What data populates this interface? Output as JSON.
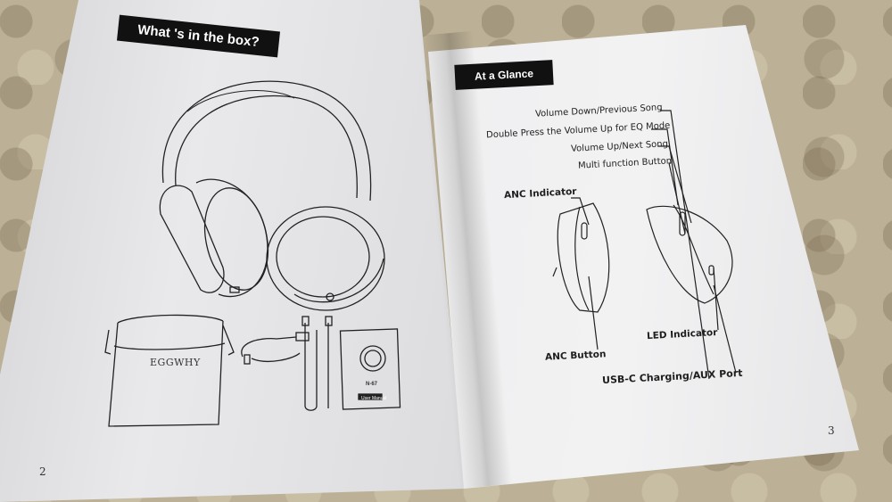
{
  "left_page": {
    "heading": "What 's in the box?",
    "bag_brand": "EGGWHY",
    "manual_title": "N-67",
    "manual_caption": "User Manual",
    "page_number": "2"
  },
  "right_page": {
    "heading": "At a Glance",
    "labels": {
      "volume_down": "Volume Down/Previous Song",
      "eq_mode": "Double Press the Volume Up for EQ Mode",
      "volume_up": "Volume Up/Next Song",
      "multi_function": "Multi function Button",
      "anc_indicator": "ANC Indicator",
      "led_indicator": "LED Indicator",
      "anc_button": "ANC Button",
      "usb_port": "USB-C Charging/AUX Port"
    },
    "page_number": "3"
  },
  "colors": {
    "ink": "#1e1e1e",
    "tag_bg": "#111111",
    "paper": "#ececee",
    "carpet": "#bcb096"
  }
}
